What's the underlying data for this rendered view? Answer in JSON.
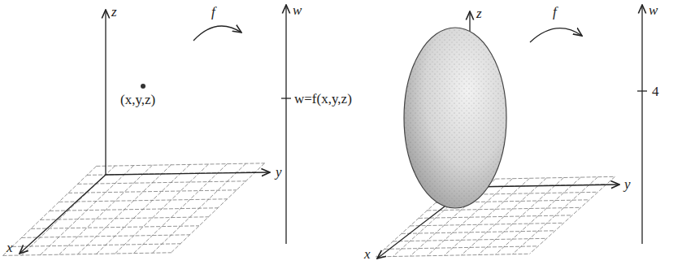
{
  "diagram": {
    "labels": [
      "z",
      "y",
      "x",
      "f",
      "w",
      "(x,y,z)",
      "w=f(x,y,z)",
      "z",
      "y",
      "x",
      "f",
      "w",
      "4"
    ]
  }
}
